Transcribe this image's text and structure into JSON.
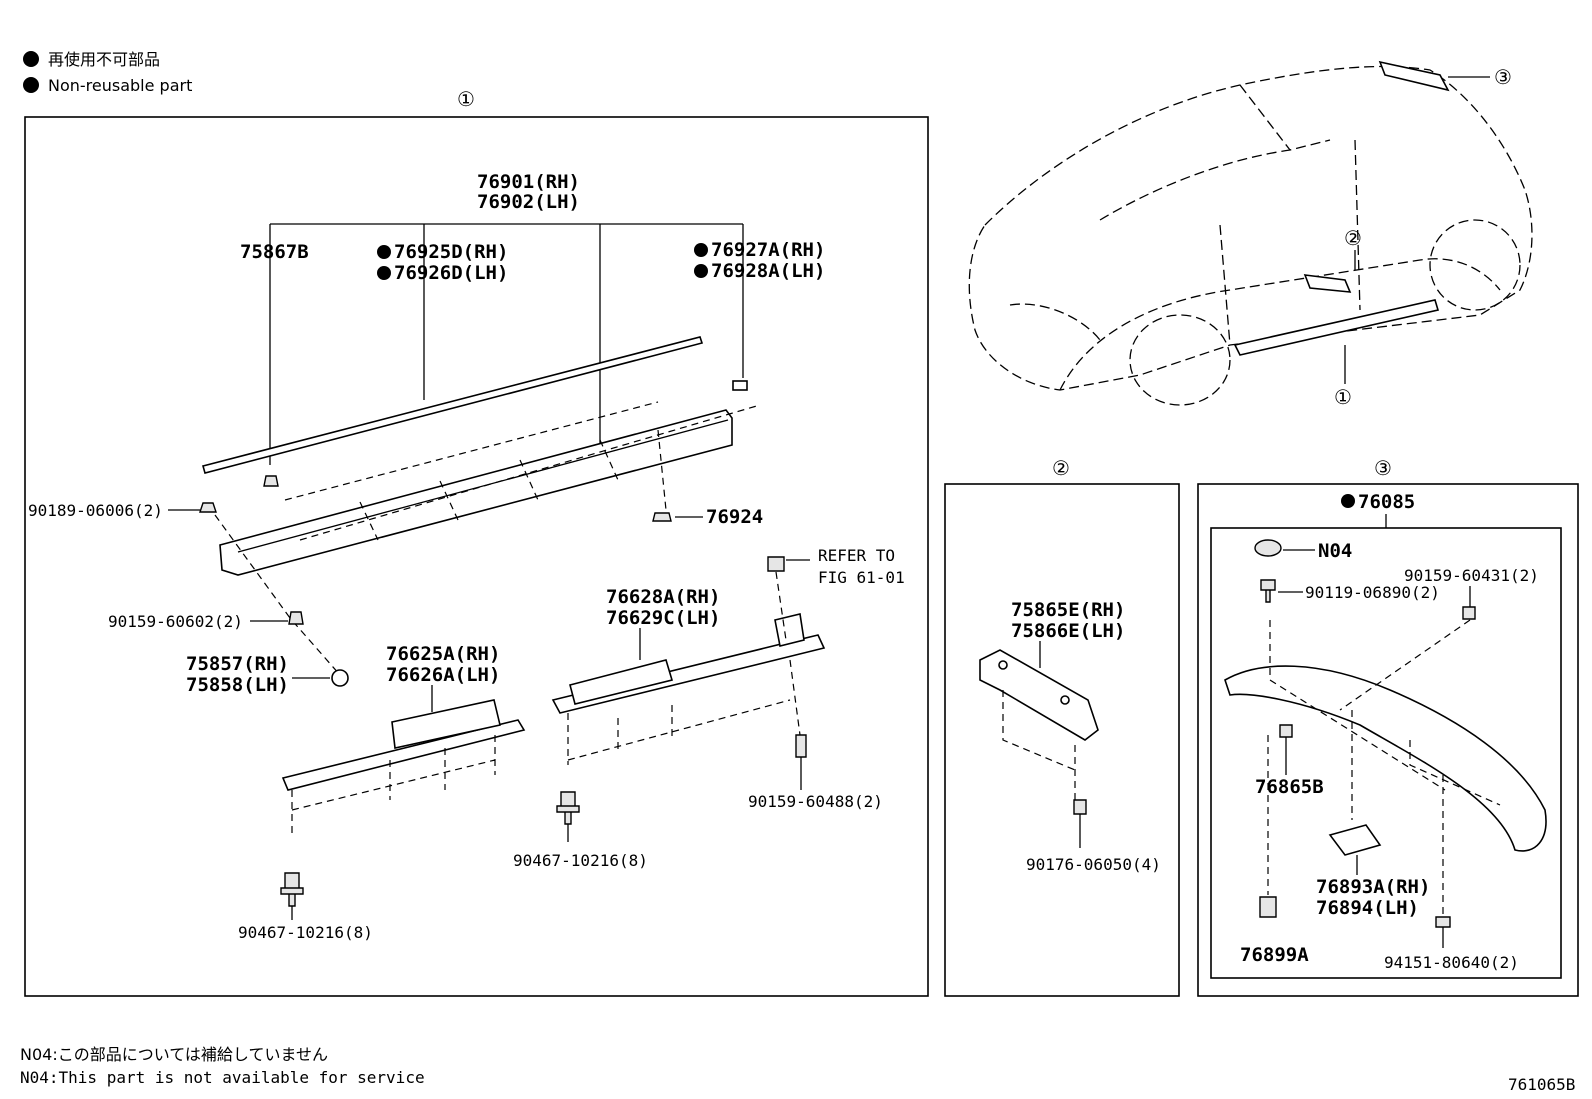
{
  "legend": {
    "ja": "再使用不可部品",
    "en": "Non-reusable part"
  },
  "callouts": {
    "c1": "①",
    "c2": "②",
    "c3": "③"
  },
  "section1": {
    "part_76901": "76901(RH)",
    "part_76902": "76902(LH)",
    "part_75867B": "75867B",
    "part_76925D": "76925D(RH)",
    "part_76926D": "76926D(LH)",
    "part_76927A": "76927A(RH)",
    "part_76928A": "76928A(LH)",
    "part_90189": "90189-06006(2)",
    "part_76924": "76924",
    "part_90159_60602": "90159-60602(2)",
    "part_75857": "75857(RH)",
    "part_75858": "75858(LH)",
    "part_76625A": "76625A(RH)",
    "part_76626A": "76626A(LH)",
    "part_76628A": "76628A(RH)",
    "part_76629C": "76629C(LH)",
    "refer_to": "REFER TO",
    "refer_fig": "FIG 61-01",
    "part_90159_60488": "90159-60488(2)",
    "part_90467_a": "90467-10216(8)",
    "part_90467_b": "90467-10216(8)"
  },
  "section2": {
    "part_75865E": "75865E(RH)",
    "part_75866E": "75866E(LH)",
    "part_90176": "90176-06050(4)"
  },
  "section3": {
    "part_76085": "76085",
    "part_N04": "N04",
    "part_90159_60431": "90159-60431(2)",
    "part_90119": "90119-06890(2)",
    "part_76865B": "76865B",
    "part_76893A": "76893A(RH)",
    "part_76894": "76894(LH)",
    "part_76899A": "76899A",
    "part_94151": "94151-80640(2)"
  },
  "footnote": {
    "ja": "N04:この部品については補給していません",
    "en": "N04:This part is not available for service"
  },
  "figure_id": "761065B"
}
